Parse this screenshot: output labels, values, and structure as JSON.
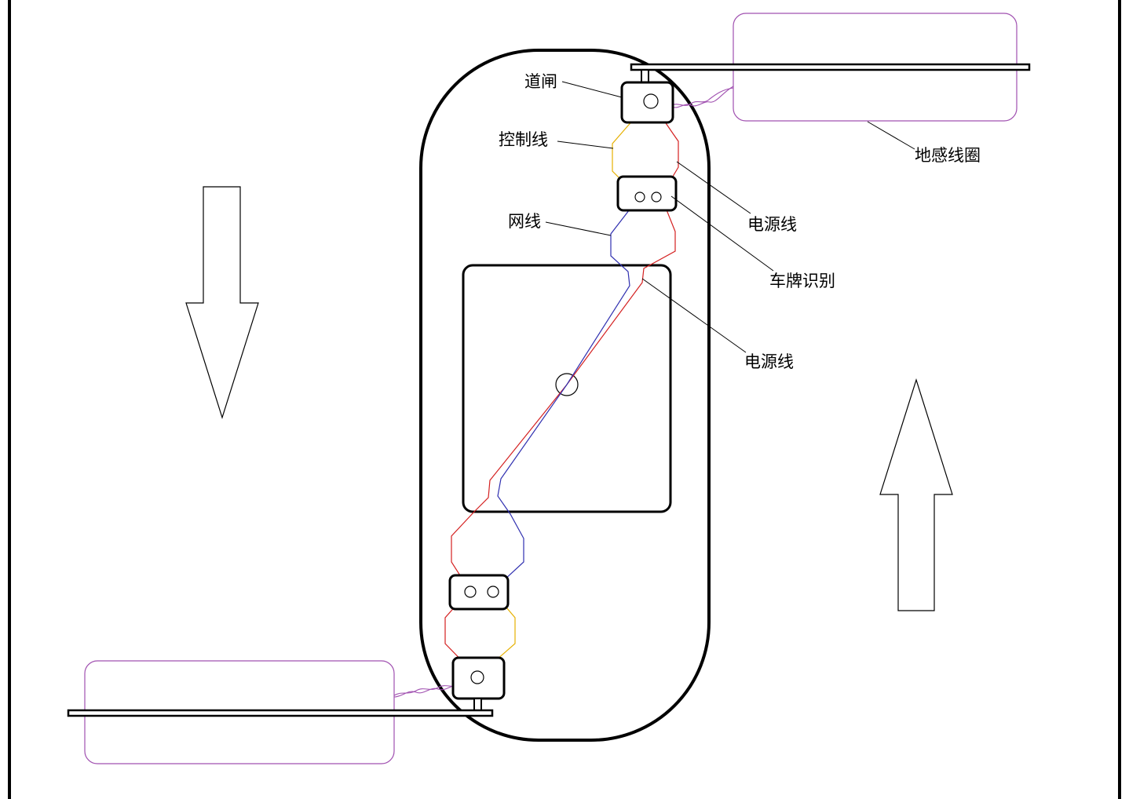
{
  "labels": {
    "barrier_gate": "道闸",
    "control_wire": "控制线",
    "loop_coil": "地感线圈",
    "power_wire_1": "电源线",
    "plate_recognition": "车牌识别",
    "network_wire": "网线",
    "power_wire_2": "电源线"
  },
  "colors": {
    "outline": "#000000",
    "power_wire": "#d42020",
    "network_wire": "#3030b0",
    "control_wire": "#e6b000",
    "loop_coil": "#a050b0"
  },
  "icons": {
    "lane_arrow_down": "arrow-down-icon",
    "lane_arrow_up": "arrow-up-icon"
  }
}
